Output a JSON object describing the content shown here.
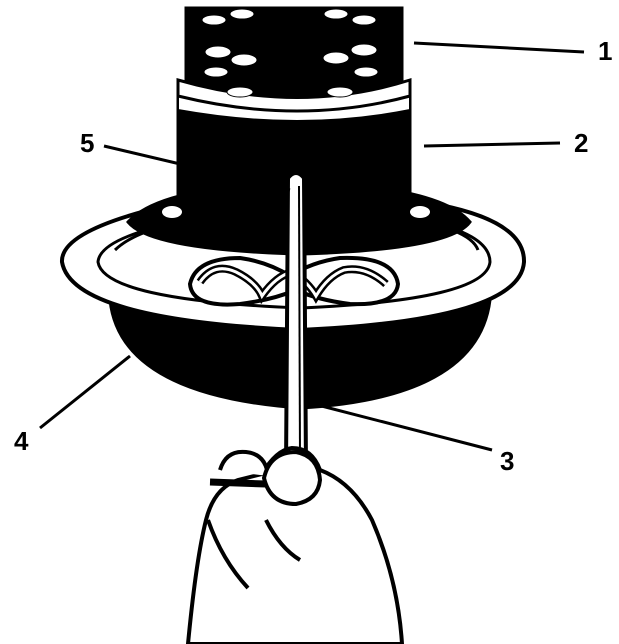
{
  "figure": {
    "callouts": [
      {
        "id": "1",
        "label": "1"
      },
      {
        "id": "2",
        "label": "2"
      },
      {
        "id": "3",
        "label": "3"
      },
      {
        "id": "4",
        "label": "4"
      },
      {
        "id": "5",
        "label": "5"
      }
    ]
  },
  "colors": {
    "ink": "#000000",
    "paper": "#ffffff"
  }
}
